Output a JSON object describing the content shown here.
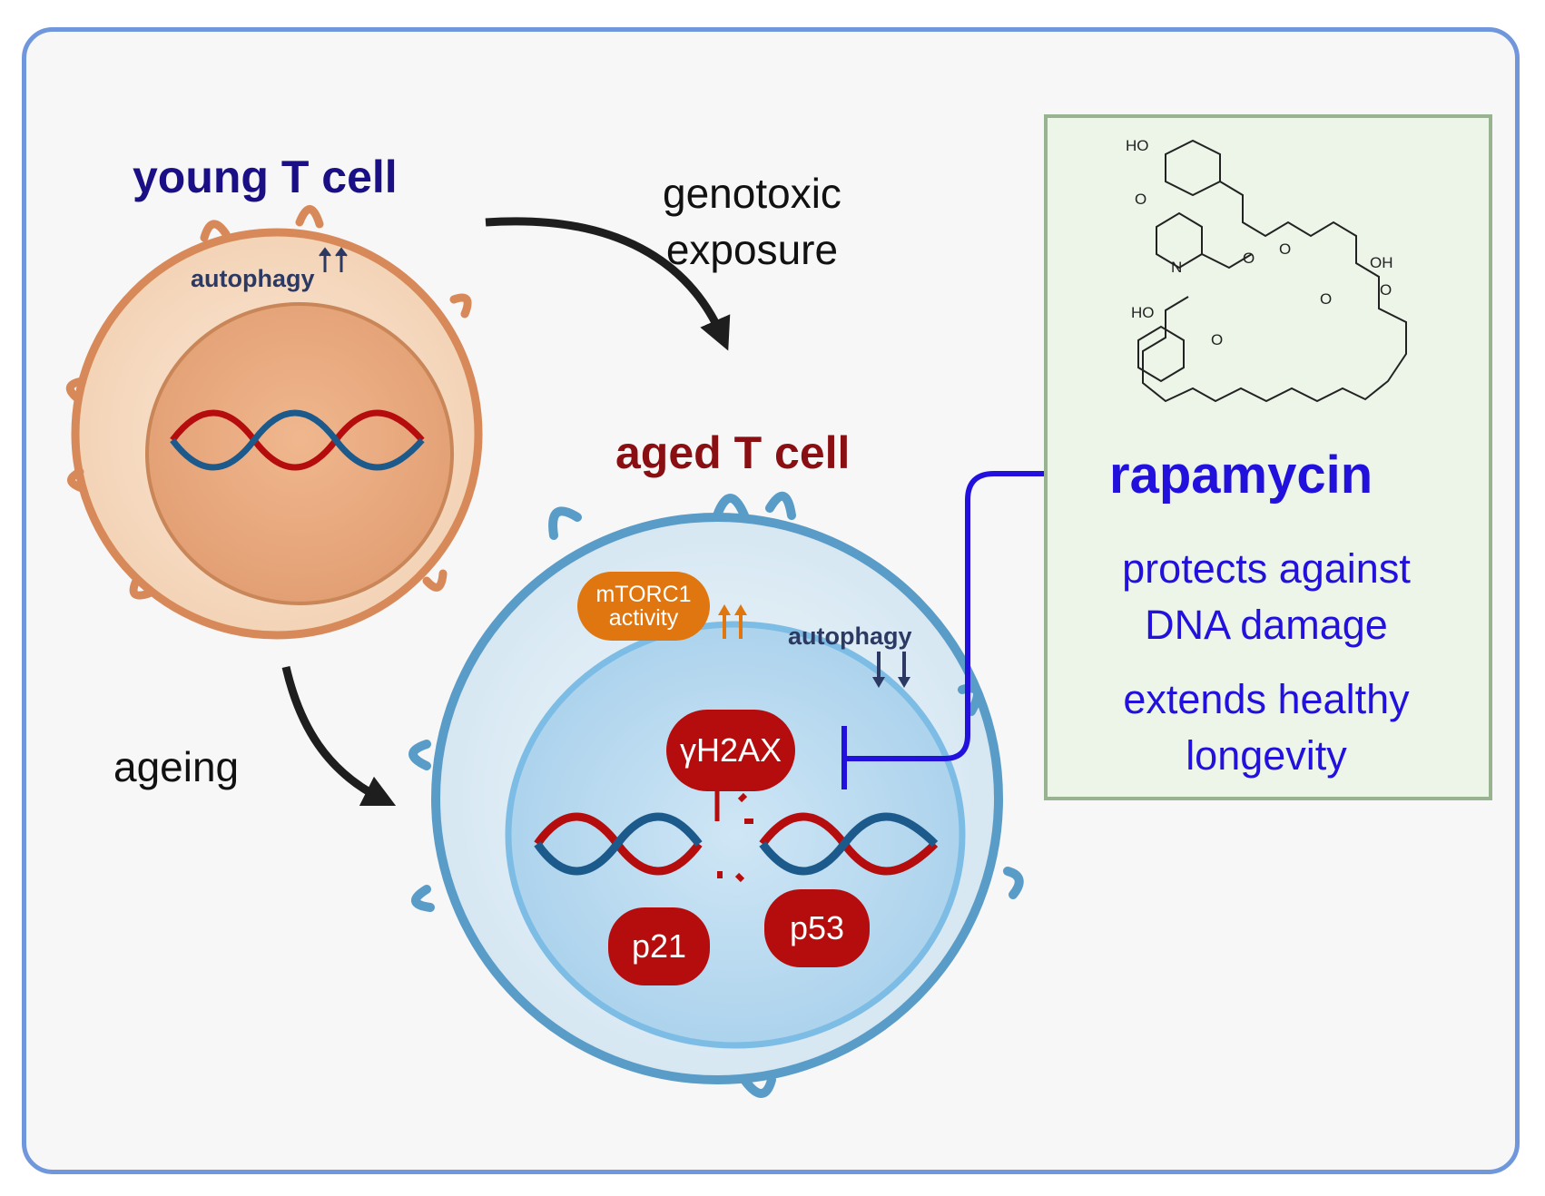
{
  "young_cell": {
    "title": "young T cell",
    "autophagy_label": "autophagy",
    "autophagy_direction": "up"
  },
  "aged_cell": {
    "title": "aged T cell",
    "mtorc1_label": "mTORC1\nactivity",
    "mtorc1_direction": "up",
    "autophagy_label": "autophagy",
    "autophagy_direction": "down",
    "markers": [
      "γH2AX",
      "p21",
      "p53"
    ]
  },
  "arrows": {
    "genotoxic_label": "genotoxic\nexposure",
    "ageing_label": "ageing"
  },
  "drug": {
    "name": "rapamycin",
    "benefits": [
      "protects against\nDNA damage",
      "extends healthy\nlongevity"
    ],
    "structure_labels": [
      "HO",
      "O",
      "OH",
      "N",
      "O",
      "HO"
    ]
  },
  "colors": {
    "frame": "#7096dc",
    "young_title": "#1a0f84",
    "aged_title": "#8a0f12",
    "rapamycin": "#2211dd",
    "mtorc1": "#e0760f",
    "marker": "#b50d0d",
    "young_cell": "#d8895a",
    "aged_cell": "#5a9cc8",
    "chem_box": "#ecf5e8"
  }
}
